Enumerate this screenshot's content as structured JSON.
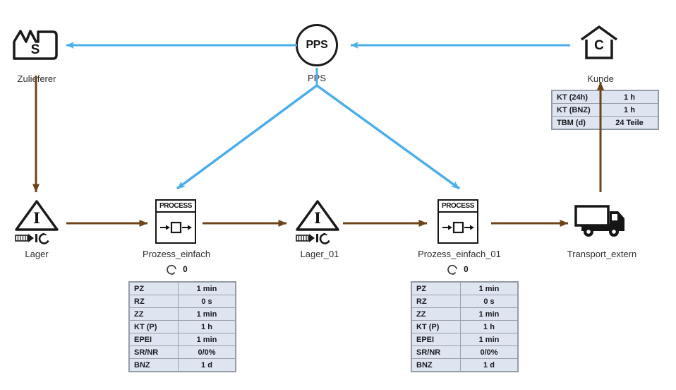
{
  "colors": {
    "information_flow": "#4aaeea",
    "material_flow": "#6d4419",
    "table_bg": "#dee4f0",
    "table_border": "#98a0ac"
  },
  "nodes": {
    "zulieferer": {
      "label": "Zulieferer",
      "symbol": "S"
    },
    "pps": {
      "label": "PPS",
      "symbol": "PPS"
    },
    "kunde": {
      "label": "Kunde",
      "symbol": "C"
    },
    "lager": {
      "label": "Lager",
      "symbol": "I"
    },
    "prozess_einfach": {
      "label": "Prozess_einfach",
      "box_title": "PROCESS",
      "operator_count": "0"
    },
    "lager_01": {
      "label": "Lager_01",
      "symbol": "I"
    },
    "prozess_einfach_01": {
      "label": "Prozess_einfach_01",
      "box_title": "PROCESS",
      "operator_count": "0"
    },
    "transport_extern": {
      "label": "Transport_extern"
    }
  },
  "kunde_table": {
    "rows": [
      {
        "k": "KT (24h)",
        "v": "1 h"
      },
      {
        "k": "KT (BNZ)",
        "v": "1 h"
      },
      {
        "k": "TBM (d)",
        "v": "24 Teile"
      }
    ]
  },
  "prozess_einfach_table": {
    "rows": [
      {
        "k": "PZ",
        "v": "1 min"
      },
      {
        "k": "RZ",
        "v": "0 s"
      },
      {
        "k": "ZZ",
        "v": "1 min"
      },
      {
        "k": "KT (P)",
        "v": "1 h"
      },
      {
        "k": "EPEI",
        "v": "1 min"
      },
      {
        "k": "SR/NR",
        "v": "0/0%"
      },
      {
        "k": "BNZ",
        "v": "1 d"
      }
    ]
  },
  "prozess_einfach_01_table": {
    "rows": [
      {
        "k": "PZ",
        "v": "1 min"
      },
      {
        "k": "RZ",
        "v": "0 s"
      },
      {
        "k": "ZZ",
        "v": "1 min"
      },
      {
        "k": "KT (P)",
        "v": "1 h"
      },
      {
        "k": "EPEI",
        "v": "1 min"
      },
      {
        "k": "SR/NR",
        "v": "0/0%"
      },
      {
        "k": "BNZ",
        "v": "1 d"
      }
    ]
  }
}
